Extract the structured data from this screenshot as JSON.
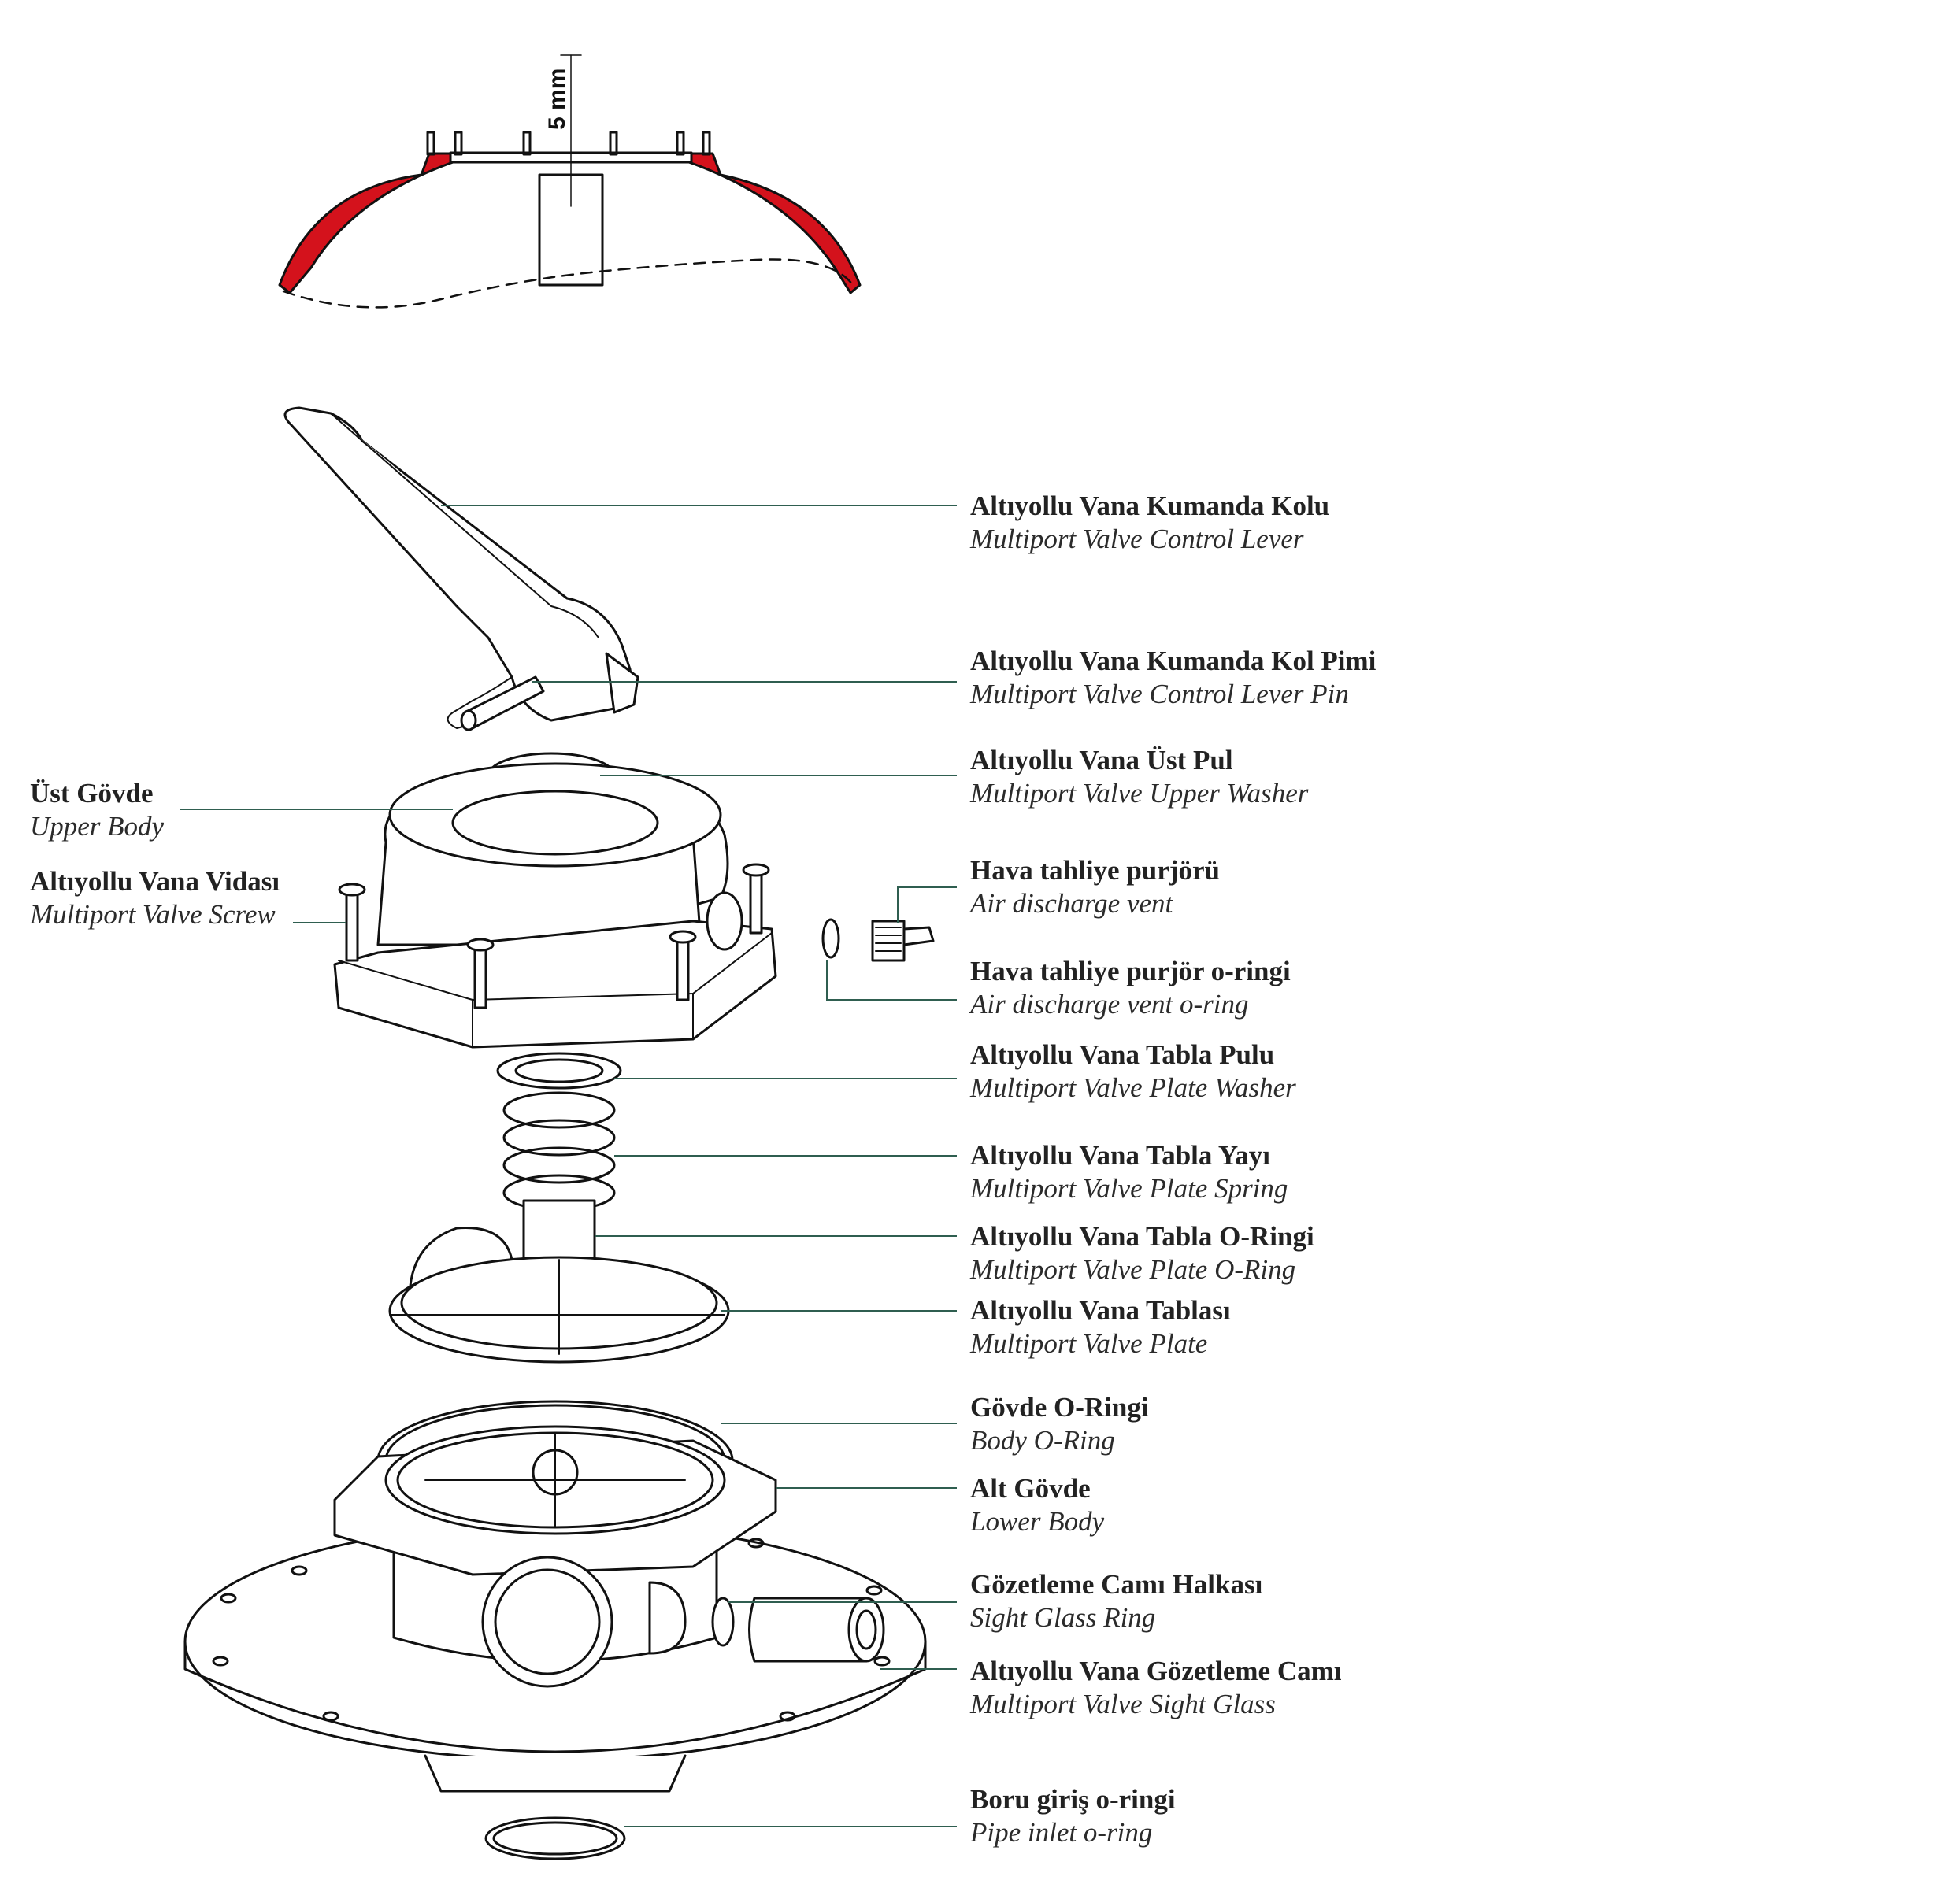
{
  "dimension": "5 mm",
  "colors": {
    "accent": "#d4121c",
    "leader": "#2f5e50",
    "line": "#111111"
  },
  "labels": [
    {
      "id": "control-lever",
      "tr": "Altıyollu Vana Kumanda Kolu",
      "en": "Multiport Valve Control Lever"
    },
    {
      "id": "control-lever-pin",
      "tr": "Altıyollu Vana Kumanda Kol Pimi",
      "en": "Multiport Valve Control Lever Pin"
    },
    {
      "id": "upper-washer",
      "tr": "Altıyollu Vana Üst Pul",
      "en": "Multiport Valve Upper Washer"
    },
    {
      "id": "air-vent",
      "tr": "Hava tahliye purjörü",
      "en": "Air discharge vent"
    },
    {
      "id": "air-vent-oring",
      "tr": "Hava tahliye purjör o-ringi",
      "en": "Air discharge vent o-ring"
    },
    {
      "id": "plate-washer",
      "tr": "Altıyollu Vana Tabla Pulu",
      "en": "Multiport Valve Plate Washer"
    },
    {
      "id": "plate-spring",
      "tr": "Altıyollu Vana Tabla Yayı",
      "en": "Multiport Valve Plate Spring"
    },
    {
      "id": "plate-oring",
      "tr": "Altıyollu Vana Tabla O-Ringi",
      "en": "Multiport Valve Plate O-Ring"
    },
    {
      "id": "plate",
      "tr": "Altıyollu Vana Tablası",
      "en": "Multiport Valve Plate"
    },
    {
      "id": "body-oring",
      "tr": "Gövde O-Ringi",
      "en": "Body O-Ring"
    },
    {
      "id": "lower-body",
      "tr": "Alt Gövde",
      "en": "Lower Body"
    },
    {
      "id": "sight-glass-ring",
      "tr": "Gözetleme Camı Halkası",
      "en": "Sight Glass Ring"
    },
    {
      "id": "sight-glass",
      "tr": "Altıyollu Vana Gözetleme Camı",
      "en": "Multiport Valve Sight Glass"
    },
    {
      "id": "pipe-inlet-oring",
      "tr": "Boru giriş o-ringi",
      "en": "Pipe inlet o-ring"
    },
    {
      "id": "upper-body",
      "tr": "Üst Gövde",
      "en": "Upper Body"
    },
    {
      "id": "valve-screw",
      "tr": "Altıyollu Vana Vidası",
      "en": "Multiport Valve Screw"
    }
  ]
}
